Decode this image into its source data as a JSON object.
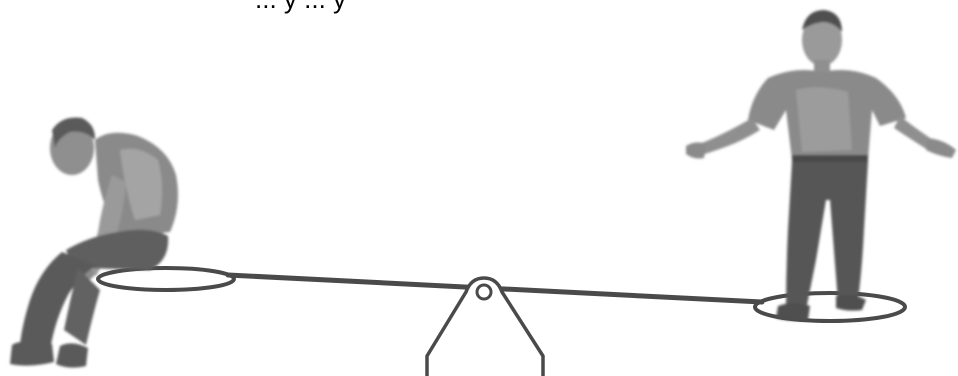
{
  "caption": "... y ... y",
  "colors": {
    "background": "#ffffff",
    "line": "#4a4a4a",
    "figure_dark": "#5a5a5a",
    "figure_mid": "#7d7d7d",
    "figure_light": "#a8a8a8",
    "skin": "#9a9a9a"
  },
  "figures": {
    "left": "sad-seated-man",
    "right": "confident-standing-man"
  }
}
